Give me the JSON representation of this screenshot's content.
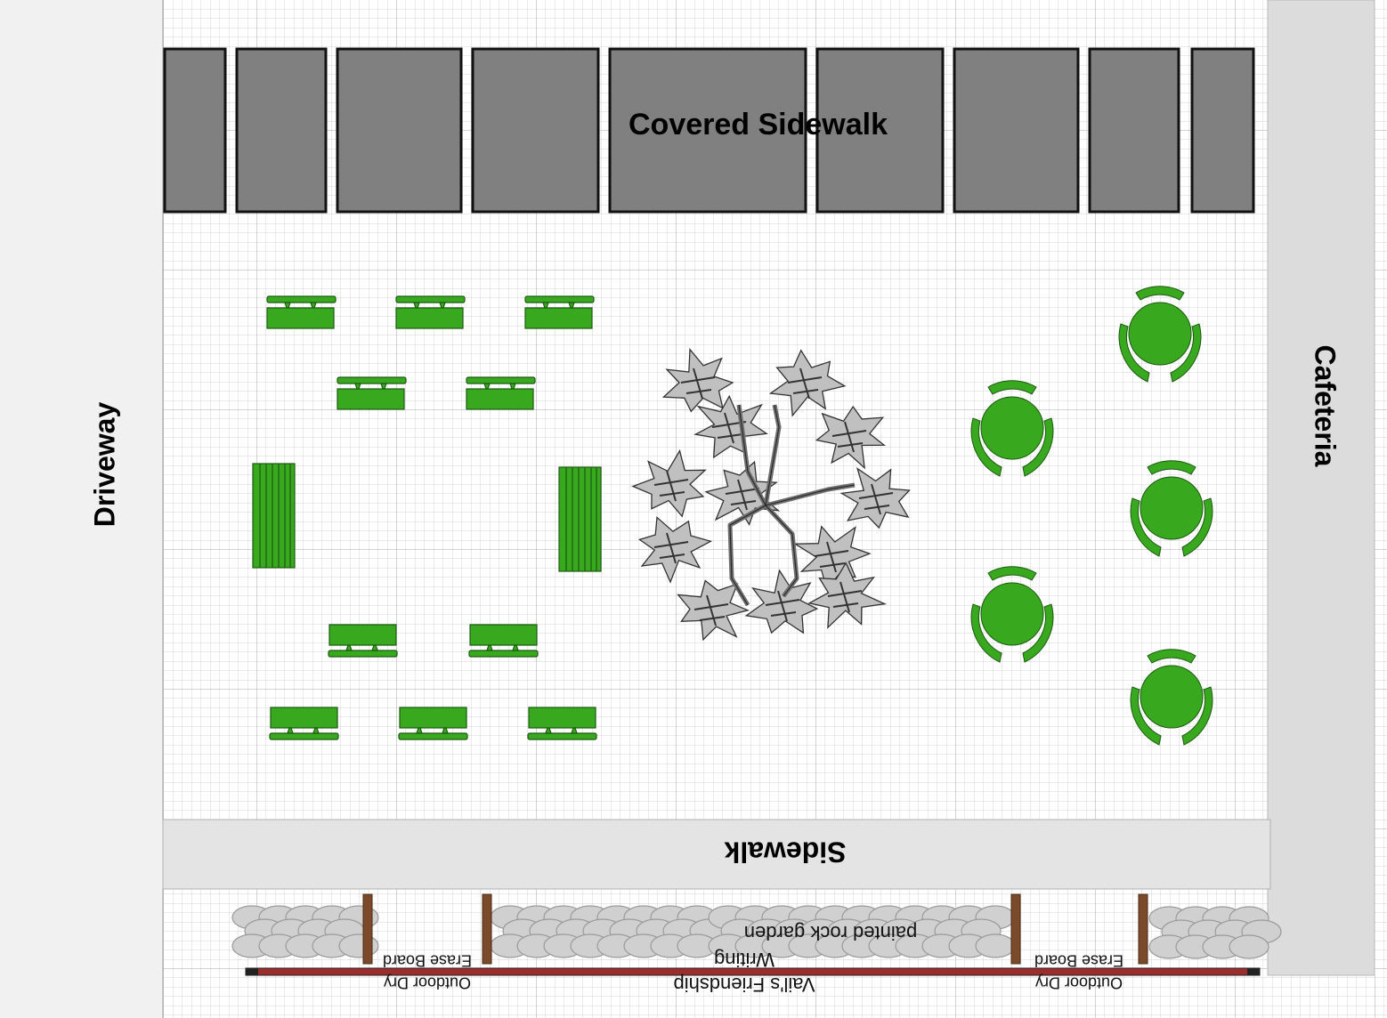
{
  "labels": {
    "covered_sidewalk": "Covered Sidewalk",
    "driveway": "Driveway",
    "cafeteria": "Cafeteria",
    "sidewalk": "Sidewalk",
    "rock_garden": "painted rock garden",
    "board_left_line1": "Outdoor Dry",
    "board_left_line2": "Erase Board",
    "board_right_line1": "Outdoor Dry",
    "board_right_line2": "Erase Board",
    "friendship_line1": "Vail's Friendship",
    "friendship_line2": "Writing"
  },
  "colors": {
    "grid_bg": "#ffffff",
    "grid_minor": "#d4d4d4",
    "grid_major": "#a9a9a9",
    "outer_bg": "#f1f1f1",
    "covered_panel": "#808080",
    "furniture_green": "#38a81e",
    "sidewalk_fill": "#e4e4e4",
    "cafeteria_fill": "#dcdcdc",
    "tree_fill": "#c0c0c0",
    "trunk": "#707070",
    "rock_fill": "#d0d0d0",
    "post_brown": "#7b4a2a",
    "rail_red": "#9b2d2d"
  },
  "icons": {
    "picnic_table": "picnic-table-icon",
    "bench": "bench-icon",
    "round_table": "round-table-icon",
    "tree": "tree-icon",
    "rock": "rock-icon",
    "post": "board-post-icon"
  }
}
